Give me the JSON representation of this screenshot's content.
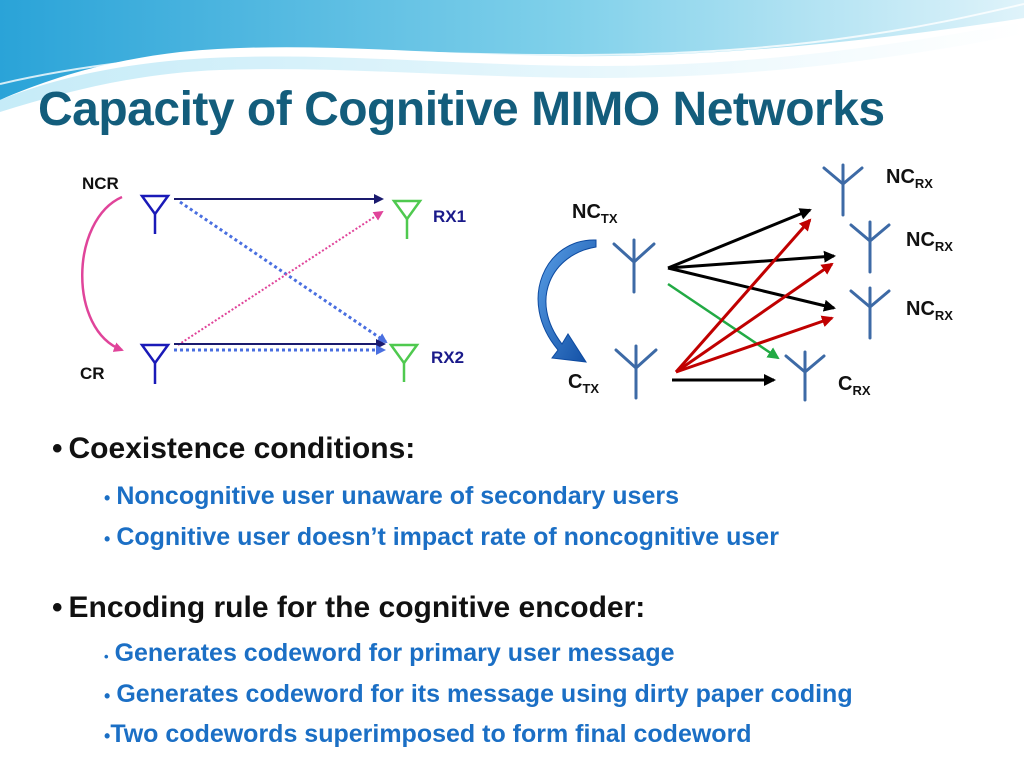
{
  "slide": {
    "title": "Capacity of Cognitive MIMO Networks"
  },
  "diagram_left": {
    "labels": {
      "ncr": "NCR",
      "cr": "CR",
      "rx1": "RX1",
      "rx2": "RX2"
    },
    "colors": {
      "tx_antenna": "#1a1ab8",
      "rx_antenna": "#4fc94f",
      "solid_link": "#1a1a6e",
      "dotted_link": "#4a6fe0",
      "cognitive_link": "#e0449a"
    }
  },
  "diagram_right": {
    "labels": {
      "nc_tx_main": "NC",
      "nc_tx_sub": "TX",
      "c_tx_main": "C",
      "c_tx_sub": "TX",
      "nc_rx_main": "NC",
      "nc_rx_sub": "RX",
      "c_rx_main": "C",
      "c_rx_sub": "RX"
    },
    "colors": {
      "antenna": "#3d6aa6",
      "nc_link": "#000000",
      "interference_link": "#c00000",
      "cross_link": "#22aa44",
      "curve_arrow": "#1f6fd0"
    }
  },
  "bullets": [
    {
      "level": 1,
      "text": "Coexistence conditions:"
    },
    {
      "level": 2,
      "text": "Noncognitive user unaware of secondary users"
    },
    {
      "level": 2,
      "text": "Cognitive user doesn’t impact rate of noncognitive user"
    },
    {
      "level": 1,
      "text": "Encoding rule for the cognitive encoder:"
    },
    {
      "level": 2,
      "text": "Generates codeword for primary user message"
    },
    {
      "level": 2,
      "text": "Generates codeword for its message using dirty paper coding"
    },
    {
      "level": 2,
      "text": "Two codewords superimposed to form final codeword"
    }
  ]
}
